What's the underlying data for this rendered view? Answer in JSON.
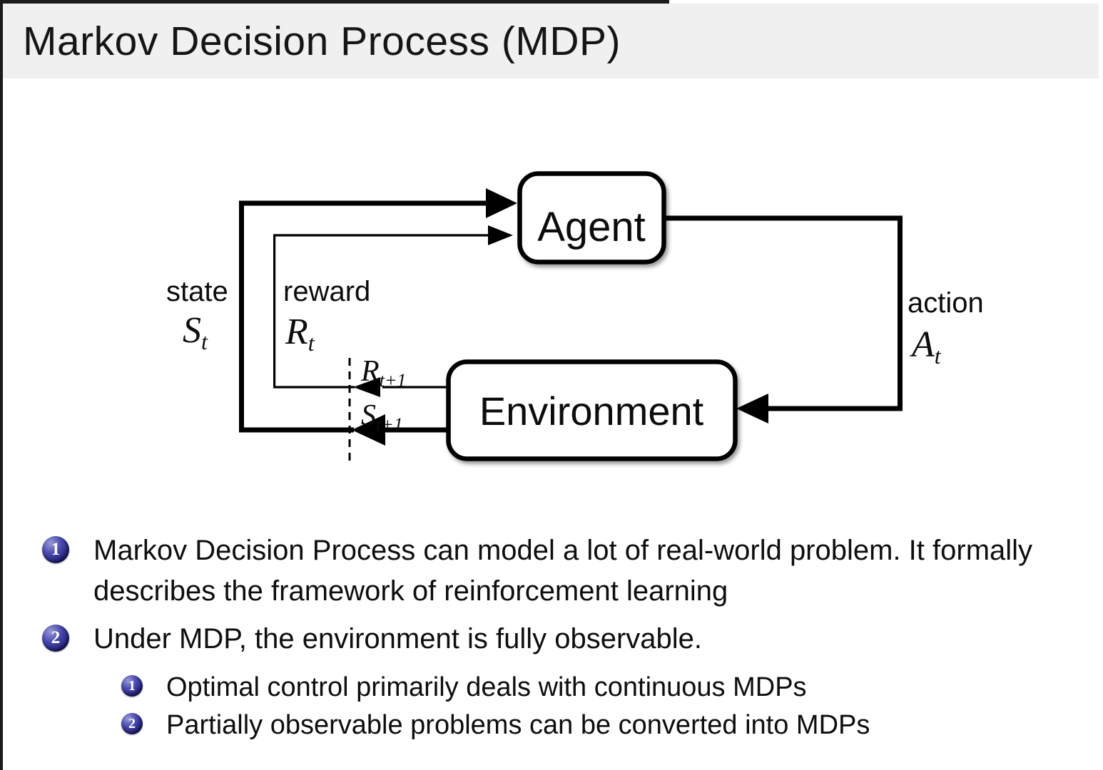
{
  "slide": {
    "title": "Markov Decision Process (MDP)"
  },
  "diagram": {
    "agent_label": "Agent",
    "environment_label": "Environment",
    "state_label": "state",
    "state_symbol": "S",
    "state_subscript": "t",
    "reward_label": "reward",
    "reward_symbol": "R",
    "reward_subscript": "t",
    "action_label": "action",
    "action_symbol": "A",
    "action_subscript": "t",
    "next_reward_symbol": "R",
    "next_reward_subscript": "t+1",
    "next_state_symbol": "S",
    "next_state_subscript": "t+1"
  },
  "bullets": {
    "items": [
      {
        "number": "1",
        "text": "Markov Decision Process can model a lot of real-world problem. It formally describes the framework of reinforcement learning"
      },
      {
        "number": "2",
        "text": "Under MDP, the environment is fully observable.",
        "subitems": [
          {
            "number": "1",
            "text": "Optimal control primarily deals with continuous MDPs"
          },
          {
            "number": "2",
            "text": "Partially observable problems can be converted into MDPs"
          }
        ]
      }
    ]
  },
  "colors": {
    "title_background": "#f0f0f0",
    "ball_navy": "#22227e",
    "diagram_stroke": "#000000",
    "text_black": "#0e0e0e"
  }
}
